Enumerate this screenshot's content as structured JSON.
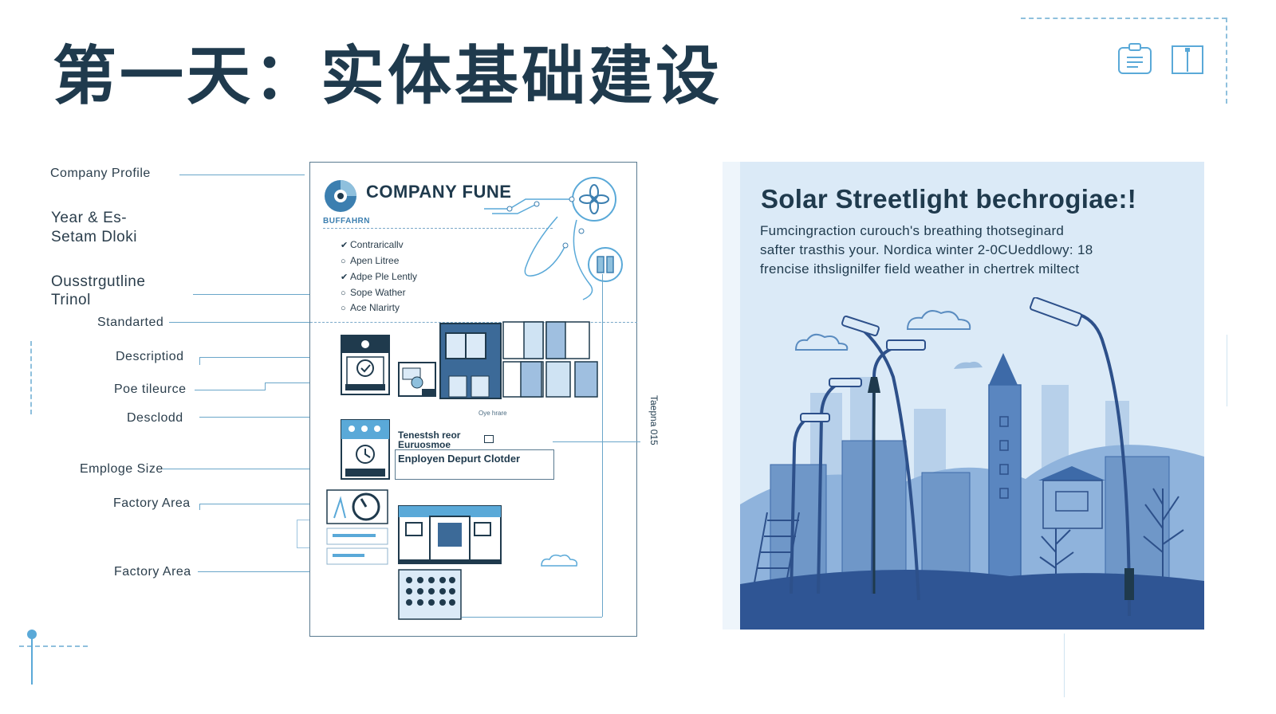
{
  "title": "第一天：实体基础建设",
  "labels": {
    "company_profile": "Company Profile",
    "year_line1": "Year & Es-",
    "year_line2": "Setam Dloki",
    "ouss_line1": "Ousstrgutline",
    "ouss_line2": "Trinol",
    "standarted": "Standarted",
    "descriptiod": "Descriptiod",
    "poe_tileurce": "Poe tileurce",
    "desclodd": "Desclodd",
    "emploge_size": "Emploge Size",
    "factory_area_1": "Factory Area",
    "factory_area_2": "Factory Area"
  },
  "document": {
    "heading": "COMPANY FUNE",
    "subheading": "BUFFAHRN",
    "checklist": [
      {
        "mark": "✔",
        "text": "Contraricallv"
      },
      {
        "mark": "○",
        "text": "Apen Litree"
      },
      {
        "mark": "✔",
        "text": "Adpe Ple Lently"
      },
      {
        "mark": "○",
        "text": "Sope Wather"
      },
      {
        "mark": "○",
        "text": "Ace Nlarirty"
      }
    ],
    "tiny_label": "Oye hrare",
    "block_line1": "Tenestsh reor",
    "block_line2": "Euruosmoe",
    "block_line3": "Enployen Depurt Clotder",
    "side_label": "Taepna 015"
  },
  "panel": {
    "title": "Solar Streetlight bechrogiae:!",
    "body": [
      "Fumcingraction curouch's breathing thotseginard",
      "safter trasthis your. Nordica winter  2-0CUeddlowy: 18",
      "frencise ithslignilfer field weather in chertrek miltect"
    ]
  },
  "icons": [
    "clipboard-icon",
    "info-panel-icon",
    "company-logo-icon",
    "fan-icon",
    "sensor-icon"
  ],
  "colors": {
    "title": "#1f3a4d",
    "accent": "#3c7fb0",
    "panel_bg": "#dbeaf7",
    "skyline_dark": "#3d6aa8",
    "skyline_light": "#9fbfe0"
  }
}
